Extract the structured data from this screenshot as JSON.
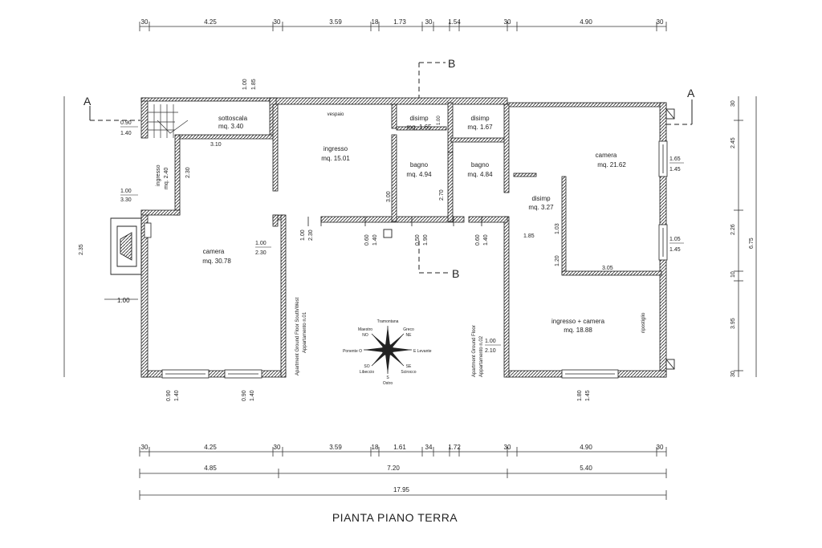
{
  "title": "PIANTA PIANO TERRA",
  "dimensions": {
    "top": [
      "30",
      "4.25",
      "30",
      "3.59",
      "18",
      "1.73",
      "30",
      "1.54",
      "30",
      "4.90",
      "30"
    ],
    "bottom1": [
      "30",
      "4.25",
      "30",
      "3.59",
      "18",
      "1.61",
      "34",
      "1.72",
      "30",
      "4.90",
      "30"
    ],
    "bottom2": [
      "4.85",
      "7.20",
      "5.40"
    ],
    "bottom3": "17.95",
    "left": [
      "2.35",
      "1.00"
    ],
    "right": [
      "30",
      "2.45",
      "2.26",
      "10",
      "3.95",
      "30",
      "6.75"
    ]
  },
  "section_markers": {
    "a": "A",
    "b": "B"
  },
  "rooms": {
    "sottoscala": {
      "name": "sottoscala",
      "area": "mq. 3.40"
    },
    "ingresso_small": {
      "name": "ingresso",
      "area": "mq. 2.40"
    },
    "ingresso_main": {
      "name": "ingresso",
      "area": "mq. 15.01"
    },
    "disimp1": {
      "name": "disimp",
      "area": "mq. 1.65"
    },
    "disimp2": {
      "name": "disimp",
      "area": "mq. 1.67"
    },
    "bagno1": {
      "name": "bagno",
      "area": "mq. 4.94"
    },
    "bagno2": {
      "name": "bagno",
      "area": "mq. 4.84"
    },
    "disimp3": {
      "name": "disimp",
      "area": "mq. 3.27"
    },
    "camera_right": {
      "name": "camera",
      "area": "mq. 21.62"
    },
    "camera_left": {
      "name": "camera",
      "area": "mq. 30.78"
    },
    "ingresso_camera": {
      "name": "ingresso + camera",
      "area": "mq. 18.88"
    }
  },
  "notes": {
    "vogolo": "vespaio",
    "apt1_line1": "Apartment Ground Floor South/West",
    "apt1_line2": "Appartamento n.01",
    "apt2_line1": "Apartment Ground Floor",
    "apt2_line2": "Appartamento n.02",
    "side_note": "ripostiglio"
  },
  "windows": {
    "w1": [
      "0.90",
      "1.40"
    ],
    "w2": [
      "1.00",
      "3.30"
    ],
    "w3": [
      "1.00",
      "2.30"
    ],
    "w4": [
      "1.00",
      "2.30"
    ],
    "w5": [
      "0.60",
      "1.40"
    ],
    "w6": [
      "0.50",
      "1.90"
    ],
    "w7": [
      "0.60",
      "1.40"
    ],
    "w8": [
      "1.65",
      "1.45"
    ],
    "w9": [
      "1.05",
      "1.45"
    ],
    "w10": [
      "0.90",
      "1.40"
    ],
    "w11": [
      "0.90",
      "1.40"
    ],
    "w12": [
      "1.80",
      "1.45"
    ],
    "w13": [
      "1.00",
      "2.10"
    ],
    "w14": [
      "1.00",
      "1.85"
    ]
  },
  "inner_dims": [
    "3.10",
    "2.30",
    "3.00",
    "2.70",
    "1.85",
    "1.20",
    "3.05",
    "1.00",
    "1.03"
  ],
  "compass": {
    "n": "Tramontana",
    "ne1": "Greco",
    "ne2": "NE",
    "nw1": "Maestro",
    "nw2": "NO",
    "e": "E Levante",
    "w": "Ponente O",
    "se1": "SE",
    "se2": "Scirocco",
    "sw1": "SO",
    "sw2": "Libeccio",
    "s1": "S",
    "s2": "Ostro"
  }
}
